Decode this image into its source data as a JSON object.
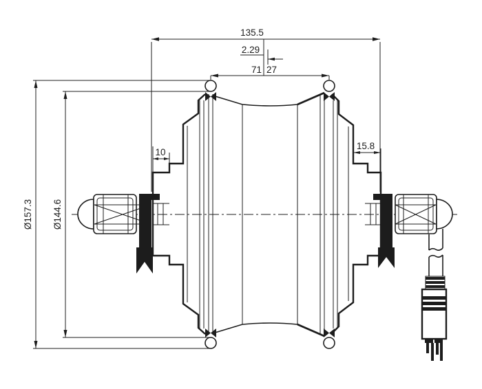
{
  "colors": {
    "ink": "#1c1c1c",
    "background": "#ffffff"
  },
  "dimensions": {
    "overall_width": "135.5",
    "rim_offset": "2.29",
    "flange_span_left": "71",
    "flange_span_right": "27",
    "left_boss_width": "10",
    "right_boss_width": "15.8",
    "outer_diameter": "Ø157.3",
    "flange_diameter": "Ø144.6"
  }
}
